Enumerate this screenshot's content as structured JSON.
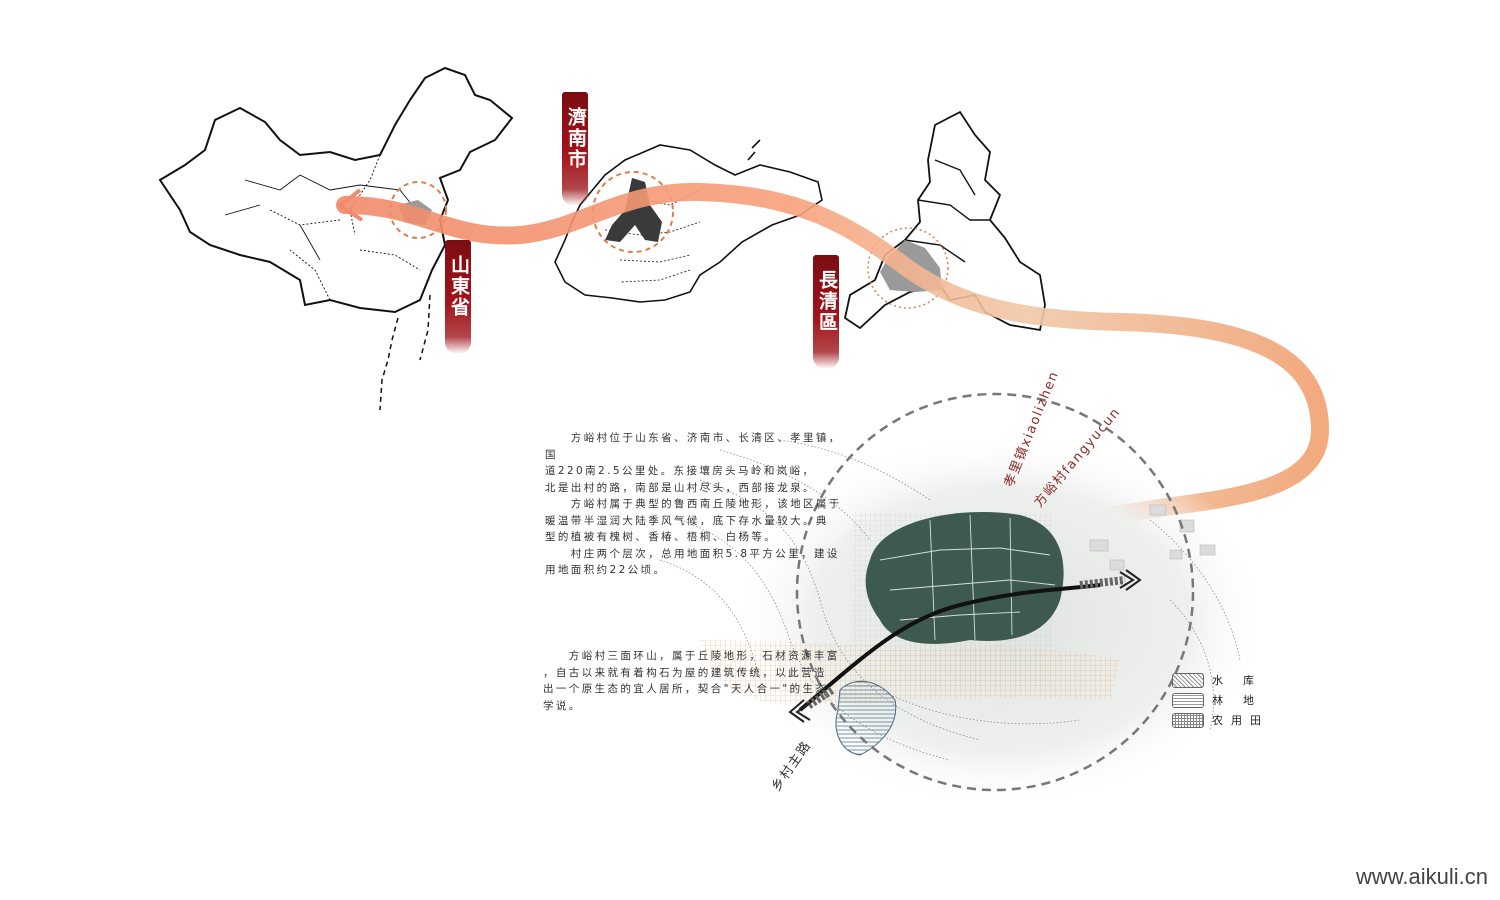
{
  "banners": {
    "shandong": "山東省",
    "jinan": "濟南市",
    "changqing": "長清區"
  },
  "labels": {
    "xiaolizhen": "孝里镇xiaolizhen",
    "fangyucun": "方峪村fangyucun",
    "main_road": "乡村主路"
  },
  "paragraphs": {
    "intro": "　　方峪村位于山东省、济南市、长清区、孝里镇，国\n道220南2.5公里处。东接壤房头马岭和岚峪，\n北是出村的路，南部是山村尽头，西部接龙泉。\n　　方峪村属于典型的鲁西南丘陵地形，该地区属于\n暖温带半湿润大陆季风气候，底下存水量较大。典\n型的植被有槐树、香椿、梧桐、白杨等。\n　　村庄两个层次，总用地面积5.8平方公里，建设\n用地面积约22公顷。",
    "terrain": "　　方峪村三面环山，属于丘陵地形，石材资源丰富\n，自古以来就有着构石为屋的建筑传统，以此营造\n出一个原生态的宜人居所，契合\"天人合一\"的生态\n学说。"
  },
  "legend": {
    "water": "水库",
    "forest": "林地",
    "farmland": "农用田"
  },
  "watermark": "www.aikuli.cn",
  "colors": {
    "arrow": "#f29b74",
    "banner": "#9a1218",
    "region_fill": "#999999",
    "dashed_circle": "#d9804d",
    "village_green": "#3e5a4e",
    "label_red": "#8b2a2a"
  }
}
